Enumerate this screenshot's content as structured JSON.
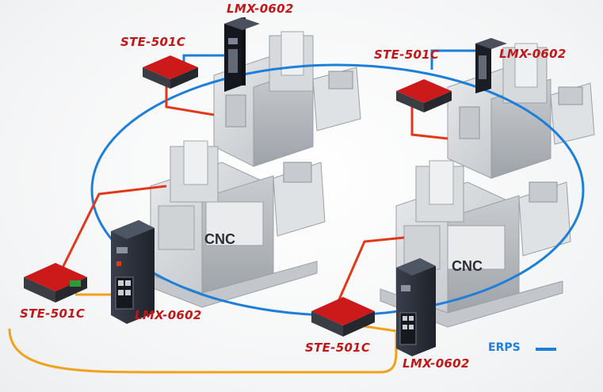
{
  "labels": {
    "lmx_top": "LMX-0602",
    "ste_top_left": "STE-501C",
    "ste_top_right": "STE-501C",
    "lmx_top_right": "LMX-0602",
    "ste_bottom_left": "STE-501C",
    "lmx_bottom_left": "LMX-0602",
    "ste_bottom_center": "STE-501C",
    "lmx_bottom_right": "LMX-0602"
  },
  "machine_text": {
    "cnc_left": "CNC",
    "cnc_right": "CNC"
  },
  "legend": {
    "label": "ERPS"
  },
  "colors": {
    "ring": "#1e7fd8",
    "link": "#e2381a",
    "trunk": "#f2a21a",
    "label": "#c01818",
    "switch_body": "#2b2f3a",
    "converter_red": "#cc1a1a"
  }
}
